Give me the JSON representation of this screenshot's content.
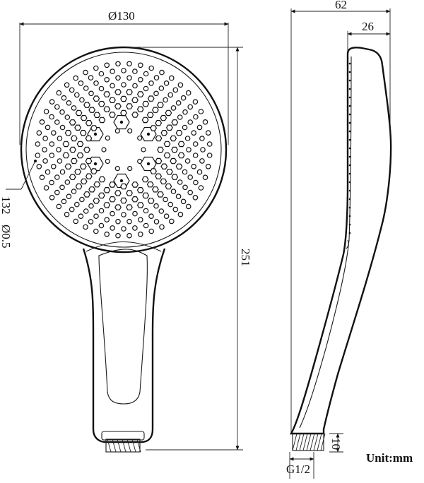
{
  "dimensions": {
    "face_diameter": "Ø130",
    "depth_total": "62",
    "depth_head": "26",
    "length_total": "251",
    "thread_length": "10",
    "thread_size": "G1/2",
    "nozzle_count": "132",
    "nozzle_diameter": "Ø0.5"
  },
  "unit_label": "Unit:mm"
}
